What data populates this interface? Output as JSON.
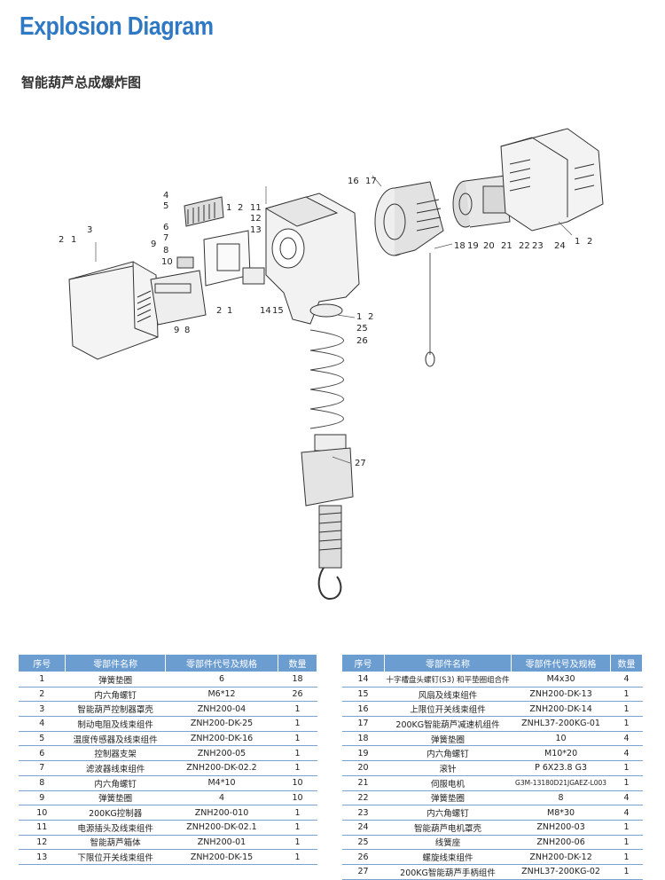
{
  "title": "Explosion Diagram",
  "subtitle": "智能葫芦总成爆炸图",
  "callouts": [
    "1",
    "2",
    "3",
    "4",
    "5",
    "6",
    "7",
    "8",
    "9",
    "10",
    "11",
    "12",
    "13",
    "14",
    "15",
    "16",
    "17",
    "18",
    "19",
    "20",
    "21",
    "22",
    "23",
    "24",
    "25",
    "26",
    "27"
  ],
  "table": {
    "headers": [
      "序号",
      "零部件名称",
      "零部件代号及规格",
      "数量"
    ],
    "left_rows": [
      {
        "no": "1",
        "name": "弹簧垫圈",
        "spec": "6",
        "qty": "18"
      },
      {
        "no": "2",
        "name": "内六角螺钉",
        "spec": "M6*12",
        "qty": "26"
      },
      {
        "no": "3",
        "name": "智能葫芦控制器罩壳",
        "spec": "ZNH200-04",
        "qty": "1"
      },
      {
        "no": "4",
        "name": "制动电阻及线束组件",
        "spec": "ZNH200-DK-25",
        "qty": "1"
      },
      {
        "no": "5",
        "name": "温度传感器及线束组件",
        "spec": "ZNH200-DK-16",
        "qty": "1"
      },
      {
        "no": "6",
        "name": "控制器支架",
        "spec": "ZNH200-05",
        "qty": "1"
      },
      {
        "no": "7",
        "name": "滤波器线束组件",
        "spec": "ZNH200-DK-02.2",
        "qty": "1"
      },
      {
        "no": "8",
        "name": "内六角螺钉",
        "spec": "M4*10",
        "qty": "10"
      },
      {
        "no": "9",
        "name": "弹簧垫圈",
        "spec": "4",
        "qty": "10"
      },
      {
        "no": "10",
        "name": "200KG控制器",
        "spec": "ZNH200-010",
        "qty": "1"
      },
      {
        "no": "11",
        "name": "电源插头及线束组件",
        "spec": "ZNH200-DK-02.1",
        "qty": "1"
      },
      {
        "no": "12",
        "name": "智能葫芦箱体",
        "spec": "ZNH200-01",
        "qty": "1"
      },
      {
        "no": "13",
        "name": "下限位开关线束组件",
        "spec": "ZNH200-DK-15",
        "qty": "1"
      }
    ],
    "right_rows": [
      {
        "no": "14",
        "name": "十字槽盘头螺钉(S3) 和平垫圈组合件",
        "spec": "M4x30",
        "qty": "4"
      },
      {
        "no": "15",
        "name": "风扇及线束组件",
        "spec": "ZNH200-DK-13",
        "qty": "1"
      },
      {
        "no": "16",
        "name": "上限位开关线束组件",
        "spec": "ZNH200-DK-14",
        "qty": "1"
      },
      {
        "no": "17",
        "name": "200KG智能葫芦减速机组件",
        "spec": "ZNHL37-200KG-01",
        "qty": "1"
      },
      {
        "no": "18",
        "name": "弹簧垫圈",
        "spec": "10",
        "qty": "4"
      },
      {
        "no": "19",
        "name": "内六角螺钉",
        "spec": "M10*20",
        "qty": "4"
      },
      {
        "no": "20",
        "name": "滚针",
        "spec": "P 6X23.8 G3",
        "qty": "1"
      },
      {
        "no": "21",
        "name": "伺服电机",
        "spec": "G3M-13180D21JGAEZ-L003",
        "qty": "1"
      },
      {
        "no": "22",
        "name": "弹簧垫圈",
        "spec": "8",
        "qty": "4"
      },
      {
        "no": "23",
        "name": "内六角螺钉",
        "spec": "M8*30",
        "qty": "4"
      },
      {
        "no": "24",
        "name": "智能葫芦电机罩壳",
        "spec": "ZNH200-03",
        "qty": "1"
      },
      {
        "no": "25",
        "name": "线簧座",
        "spec": "ZNH200-06",
        "qty": "1"
      },
      {
        "no": "26",
        "name": "螺旋线束组件",
        "spec": "ZNH200-DK-12",
        "qty": "1"
      },
      {
        "no": "27",
        "name": "200KG智能葫芦手柄组件",
        "spec": "ZNHL37-200KG-02",
        "qty": "1"
      }
    ]
  }
}
